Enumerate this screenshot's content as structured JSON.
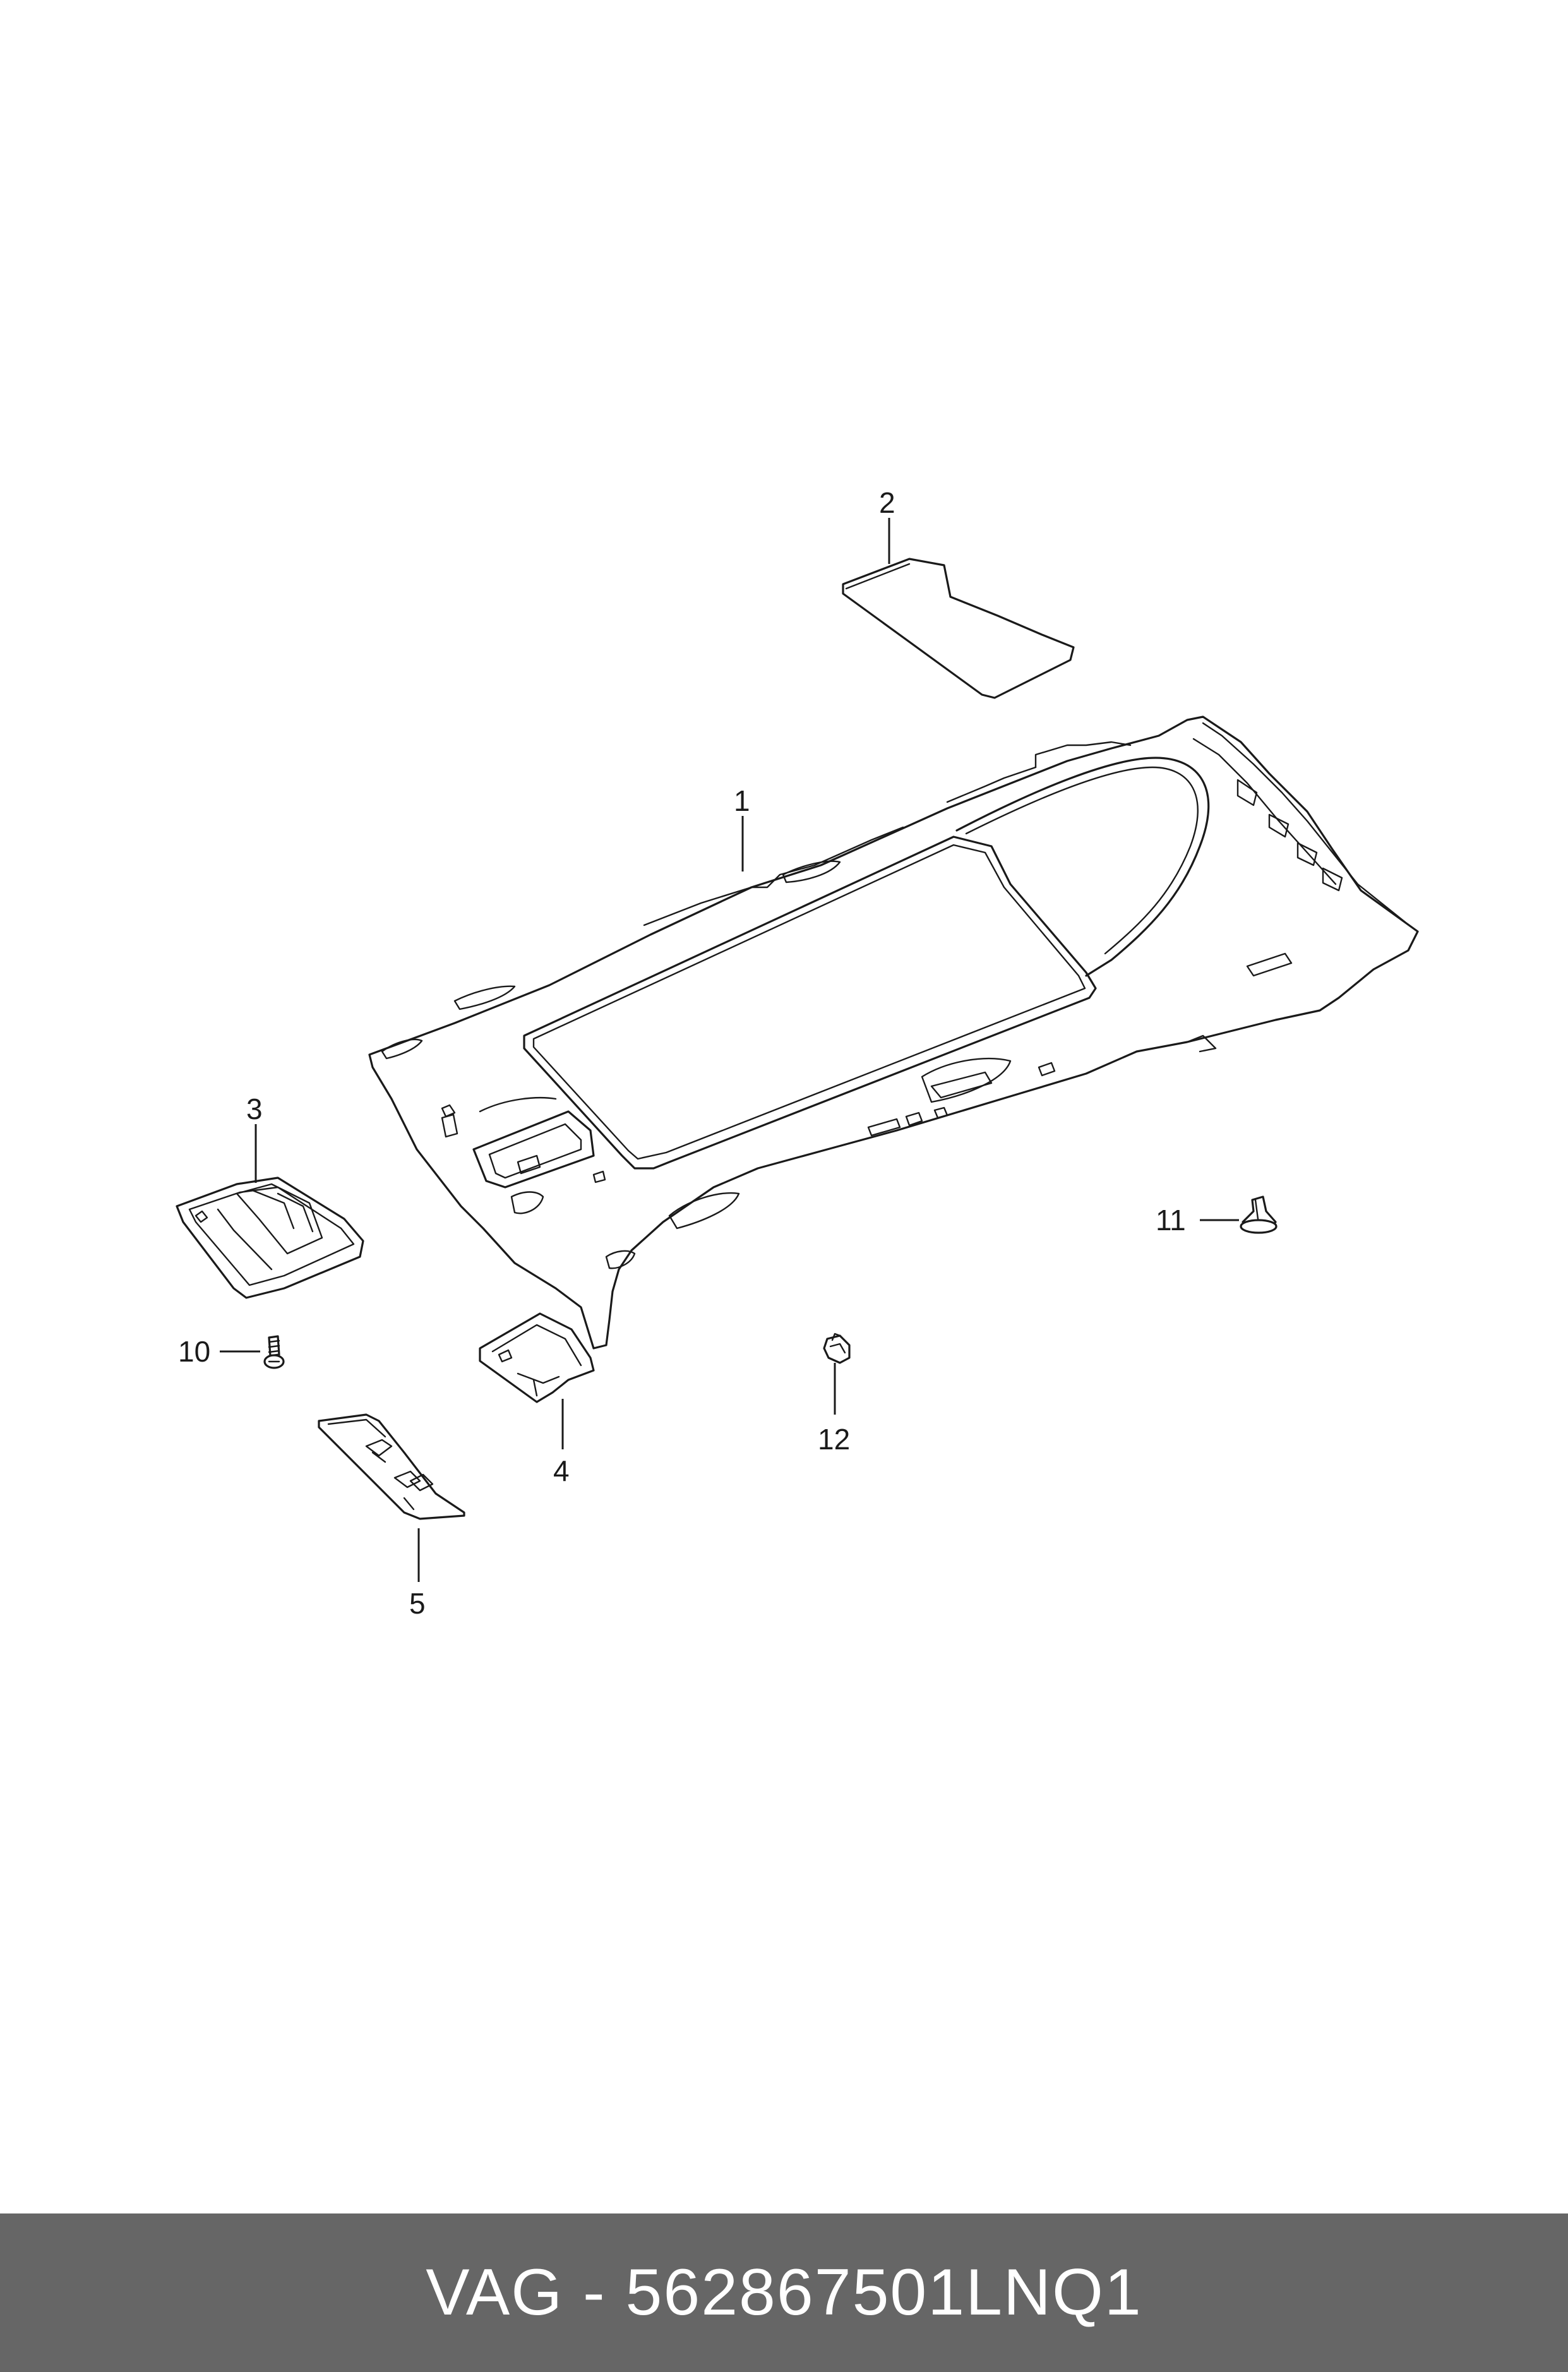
{
  "callouts": {
    "c1": "1",
    "c2": "2",
    "c3": "3",
    "c4": "4",
    "c5": "5",
    "c10": "10",
    "c11": "11",
    "c12": "12"
  },
  "footer": {
    "text": "VAG - 562867501LNQ1",
    "background": "#666666",
    "text_color": "#ffffff"
  }
}
